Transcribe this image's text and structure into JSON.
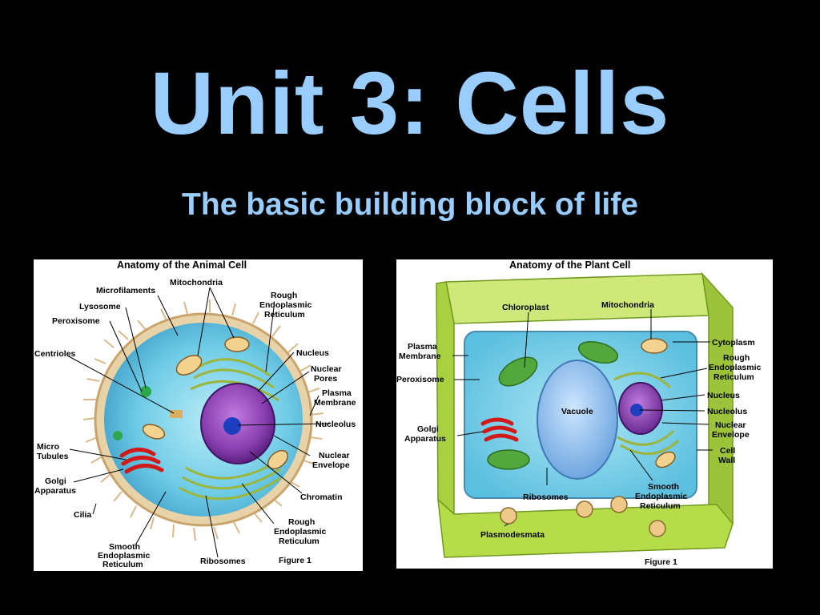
{
  "slide": {
    "title": "Unit 3: Cells",
    "subtitle": "The basic building block of life"
  },
  "animal_cell": {
    "title": "Anatomy of the Animal Cell",
    "figure": "Figure 1",
    "labels": {
      "microfilaments": "Microfilaments",
      "mitochondria": "Mitochondria",
      "lysosome": "Lysosome",
      "peroxisome": "Peroxisome",
      "centrioles": "Centrioles",
      "micro_tubules": [
        "Micro",
        "Tubules"
      ],
      "golgi": [
        "Golgi",
        "Apparatus"
      ],
      "cilia": "Cilia",
      "smooth_er": [
        "Smooth",
        "Endoplasmic",
        "Reticulum"
      ],
      "ribosomes": "Ribosomes",
      "rough_er_top": [
        "Rough",
        "Endoplasmic",
        "Reticulum"
      ],
      "nucleus": "Nucleus",
      "nuclear_pores": [
        "Nuclear",
        "Pores"
      ],
      "plasma_membrane": [
        "Plasma",
        "Membrane"
      ],
      "nucleolus": "Nucleolus",
      "nuclear_envelope": [
        "Nuclear",
        "Envelope"
      ],
      "chromatin": "Chromatin",
      "rough_er_bottom": [
        "Rough",
        "Endoplasmic",
        "Reticulum"
      ]
    }
  },
  "plant_cell": {
    "title": "Anatomy of the Plant Cell",
    "figure": "Figure 1",
    "labels": {
      "chloroplast": "Chloroplast",
      "mitochondria": "Mitochondria",
      "cytoplasm": "Cytoplasm",
      "rough_er": [
        "Rough",
        "Endoplasmic",
        "Reticulum"
      ],
      "nucleus": "Nucleus",
      "nucleolus": "Nucleolus",
      "nuclear_envelope": [
        "Nuclear",
        "Envelope"
      ],
      "cell_wall": [
        "Cell",
        "Wall"
      ],
      "plasma_membrane": [
        "Plasma",
        "Membrane"
      ],
      "peroxisome": "Peroxisome",
      "golgi": [
        "Golgi",
        "Apparatus"
      ],
      "vacuole": "Vacuole",
      "ribosomes": "Ribosomes",
      "smooth_er": [
        "Smooth",
        "Endoplasmic",
        "Reticulum"
      ],
      "plasmodesmata": "Plasmodesmata"
    }
  },
  "colors": {
    "title_text": "#99ccff",
    "background": "#000000",
    "cytoplasm": "#7fd3ec",
    "nucleus": "#8a3fb0",
    "cell_wall": "#b7dc4a",
    "golgi": "#d11919",
    "chloroplast": "#3a9a2a"
  }
}
